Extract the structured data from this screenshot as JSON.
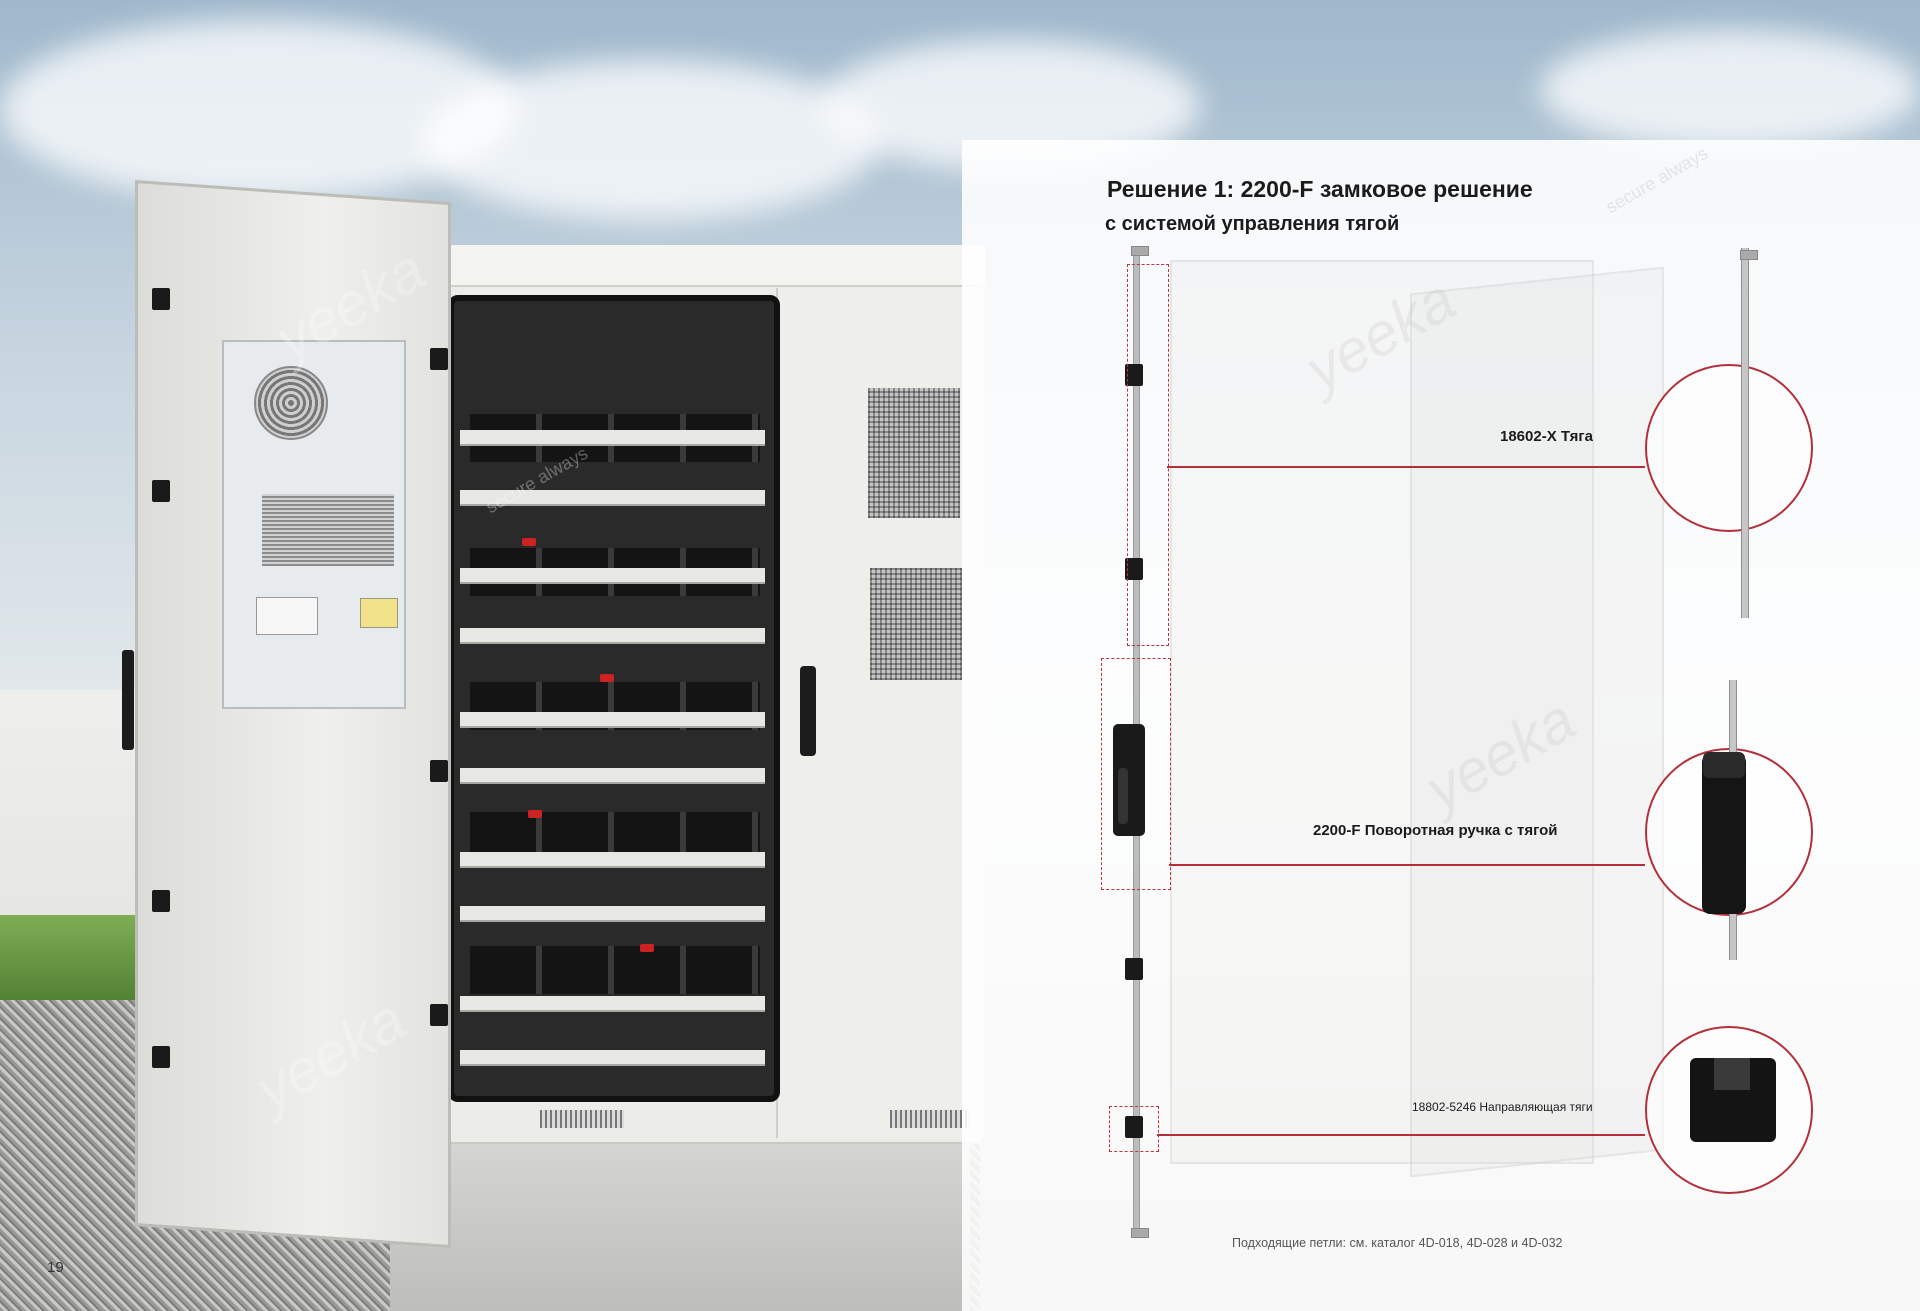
{
  "title": {
    "line1": "Решение 1: 2200-F замковое решение",
    "line2": "с системой управления тягой"
  },
  "callouts": [
    {
      "label": "18602-X Тяга"
    },
    {
      "label": "2200-F Поворотная ручка с тягой"
    },
    {
      "label": "18802-5246 Направляющая тяги"
    }
  ],
  "footnote": "Подходящие петли: см. каталог 4D-018, 4D-028 и 4D-032",
  "page_number": "19",
  "watermark": {
    "brand": "yeeka",
    "tagline": "secure always"
  },
  "colors": {
    "accent": "#b3303a",
    "text": "#1b1b1b"
  }
}
